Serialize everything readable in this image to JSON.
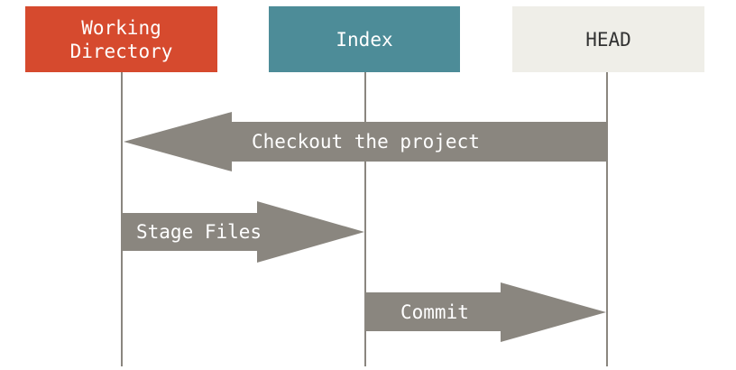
{
  "colors": {
    "working_directory": "#d64a2e",
    "index": "#4d8c98",
    "head": "#efeee8",
    "arrow": "#8a867f",
    "lifeline": "#8a867f"
  },
  "columns": {
    "working_directory": "Working\nDirectory",
    "index": "Index",
    "head": "HEAD"
  },
  "arrows": {
    "checkout": "Checkout the project",
    "stage": "Stage Files",
    "commit": "Commit"
  }
}
